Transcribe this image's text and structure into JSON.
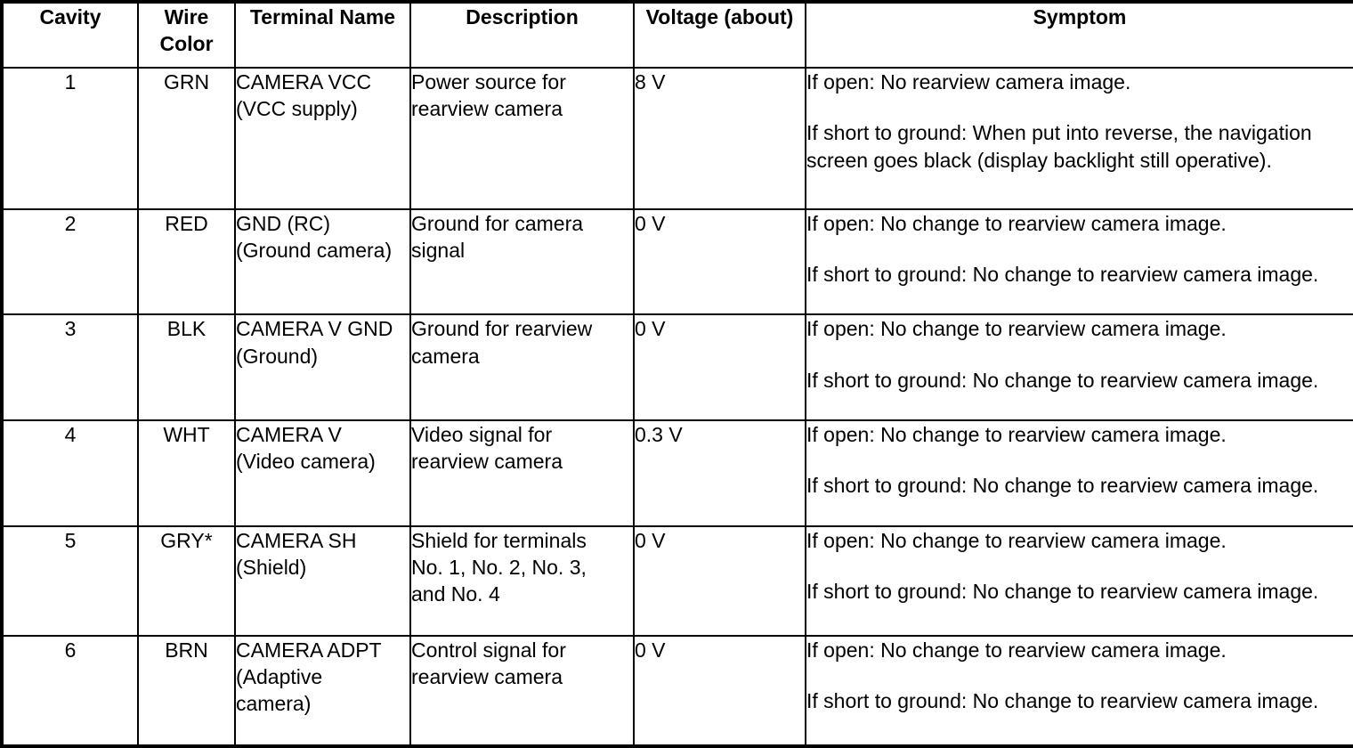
{
  "table": {
    "name": "rearview-camera-connector-terminal-chart",
    "columns": [
      {
        "key": "cavity",
        "label": "Cavity"
      },
      {
        "key": "wire",
        "label": "Wire\nColor"
      },
      {
        "key": "terminal",
        "label": "Terminal Name"
      },
      {
        "key": "description",
        "label": "Description"
      },
      {
        "key": "voltage",
        "label": "Voltage (about)"
      },
      {
        "key": "symptom",
        "label": "Symptom"
      }
    ],
    "rows": [
      {
        "cavity": "1",
        "wire": "GRN",
        "terminal": "CAMERA VCC\n(VCC supply)",
        "description": "Power source for\nrearview camera",
        "voltage": "8 V",
        "symptom_open": "If open: No rearview camera image.",
        "symptom_short": "If short to ground: When put into reverse, the navigation screen goes black (display backlight still operative)."
      },
      {
        "cavity": "2",
        "wire": "RED",
        "terminal": "GND (RC)\n(Ground camera)",
        "description": "Ground for camera\nsignal",
        "voltage": "0 V",
        "symptom_open": "If open: No change to rearview camera image.",
        "symptom_short": "If short to ground: No change to rearview camera image."
      },
      {
        "cavity": "3",
        "wire": "BLK",
        "terminal": "CAMERA V GND\n(Ground)",
        "description": "Ground for rearview\ncamera",
        "voltage": "0 V",
        "symptom_open": "If open: No change to rearview camera image.",
        "symptom_short": "If short to ground: No change to rearview camera image."
      },
      {
        "cavity": "4",
        "wire": "WHT",
        "terminal": "CAMERA V\n(Video camera)",
        "description": "Video signal for\nrearview camera",
        "voltage": "0.3 V",
        "symptom_open": "If open: No change to rearview camera image.",
        "symptom_short": "If short to ground: No change to rearview camera image."
      },
      {
        "cavity": "5",
        "wire": "GRY*",
        "terminal": "CAMERA SH\n(Shield)",
        "description": "Shield for terminals\nNo. 1, No. 2, No. 3,\nand No. 4",
        "voltage": "0 V",
        "symptom_open": "If open: No change to rearview camera image.",
        "symptom_short": "If short to ground: No change to rearview camera image."
      },
      {
        "cavity": "6",
        "wire": "BRN",
        "terminal": "CAMERA ADPT\n(Adaptive\ncamera)",
        "description": "Control signal for\nrearview camera",
        "voltage": "0 V",
        "symptom_open": "If open: No change to rearview camera image.",
        "symptom_short": "If short to ground: No change to rearview camera image."
      }
    ]
  },
  "colors": {
    "border": "#000000",
    "text": "#000000",
    "background": "#ffffff"
  }
}
